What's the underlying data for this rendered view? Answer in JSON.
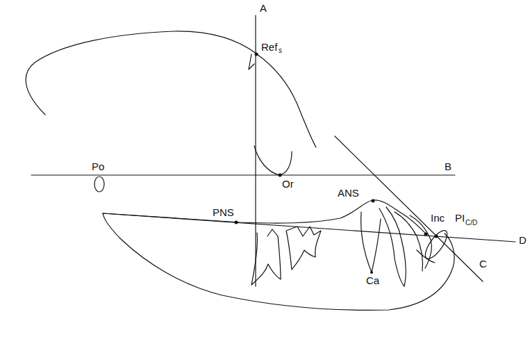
{
  "diagram": {
    "labels": [
      "A",
      "Ref",
      "s",
      "Po",
      "B",
      "Or",
      "PNS",
      "ANS",
      "Inc",
      "PI",
      "C/D",
      "D",
      "Ca",
      "C"
    ]
  }
}
